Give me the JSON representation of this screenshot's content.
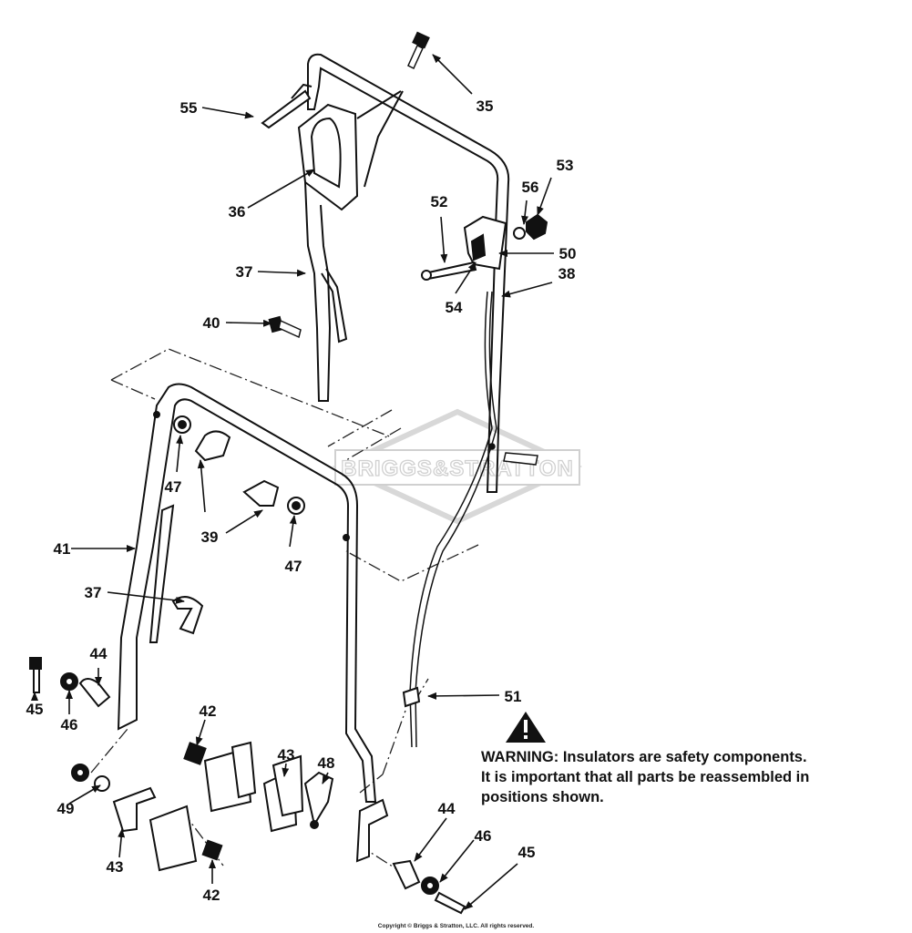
{
  "watermark": "BRIGGS&STRATTON",
  "copyright": "Copyright © Briggs & Stratton, LLC. All rights reserved.",
  "warning": {
    "line1": "WARNING:  Insulators are safety components.",
    "line2": "It is important that all parts be reassembled in",
    "line3": "positions shown."
  },
  "callouts": {
    "c55": "55",
    "c35": "35",
    "c36": "36",
    "c37a": "37",
    "c40": "40",
    "c52": "52",
    "c56": "56",
    "c53": "53",
    "c50": "50",
    "c38": "38",
    "c54": "54",
    "c47a": "47",
    "c39": "39",
    "c47b": "47",
    "c41": "41",
    "c37b": "37",
    "c44a": "44",
    "c45a": "45",
    "c46a": "46",
    "c42a": "42",
    "c43a": "43",
    "c48": "48",
    "c51": "51",
    "c49": "49",
    "c43b": "43",
    "c42b": "42",
    "c44b": "44",
    "c46b": "46",
    "c45b": "45"
  }
}
